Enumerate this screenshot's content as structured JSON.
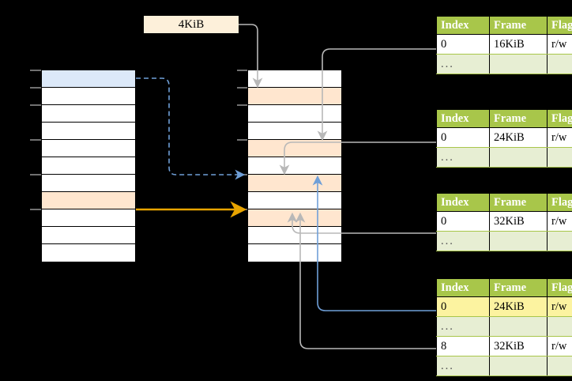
{
  "diagram": {
    "title_label": "4KiB",
    "left_column": {
      "name": "virtual-address-space",
      "rows": 11,
      "highlight_blue_row": 1,
      "highlight_peach_row": 8
    },
    "middle_column": {
      "name": "physical-memory",
      "rows": 11,
      "highlight_peach_rows": [
        2,
        5,
        7,
        9
      ]
    },
    "tables": [
      {
        "name": "page-table-level-1",
        "headers": [
          "Index",
          "Frame",
          "Flags"
        ],
        "rows": [
          {
            "cells": [
              "0",
              "16KiB",
              "r/w"
            ],
            "ellipsis": false,
            "highlight": []
          },
          {
            "cells": [
              "...",
              "",
              ""
            ],
            "ellipsis": true,
            "highlight": []
          }
        ]
      },
      {
        "name": "page-table-level-2",
        "headers": [
          "Index",
          "Frame",
          "Flags"
        ],
        "rows": [
          {
            "cells": [
              "0",
              "24KiB",
              "r/w"
            ],
            "ellipsis": false,
            "highlight": []
          },
          {
            "cells": [
              "...",
              "",
              ""
            ],
            "ellipsis": true,
            "highlight": []
          }
        ]
      },
      {
        "name": "page-table-level-3",
        "headers": [
          "Index",
          "Frame",
          "Flags"
        ],
        "rows": [
          {
            "cells": [
              "0",
              "32KiB",
              "r/w"
            ],
            "ellipsis": false,
            "highlight": []
          },
          {
            "cells": [
              "...",
              "",
              ""
            ],
            "ellipsis": true,
            "highlight": []
          }
        ]
      },
      {
        "name": "page-table-level-4",
        "headers": [
          "Index",
          "Frame",
          "Flags"
        ],
        "rows": [
          {
            "cells": [
              "0",
              "24KiB",
              "r/w"
            ],
            "ellipsis": false,
            "highlight": [
              0,
              1,
              2
            ]
          },
          {
            "cells": [
              "...",
              "",
              ""
            ],
            "ellipsis": true,
            "highlight": []
          },
          {
            "cells": [
              "8",
              "32KiB",
              "r/w"
            ],
            "ellipsis": false,
            "highlight": []
          },
          {
            "cells": [
              "...",
              "",
              ""
            ],
            "ellipsis": true,
            "highlight": []
          }
        ]
      }
    ],
    "colors": {
      "header_green": "#a8c64a",
      "ellipsis_row": "#e7eed3",
      "highlight_yellow": "#fcf3a0",
      "peach": "#ffe6cf",
      "blue": "#dce9f9",
      "label_cream": "#fdf0da",
      "wire_gray": "#b3b3b3",
      "wire_blue": "#6f9fd8",
      "wire_orange": "#e8a400",
      "background": "#000000"
    }
  }
}
